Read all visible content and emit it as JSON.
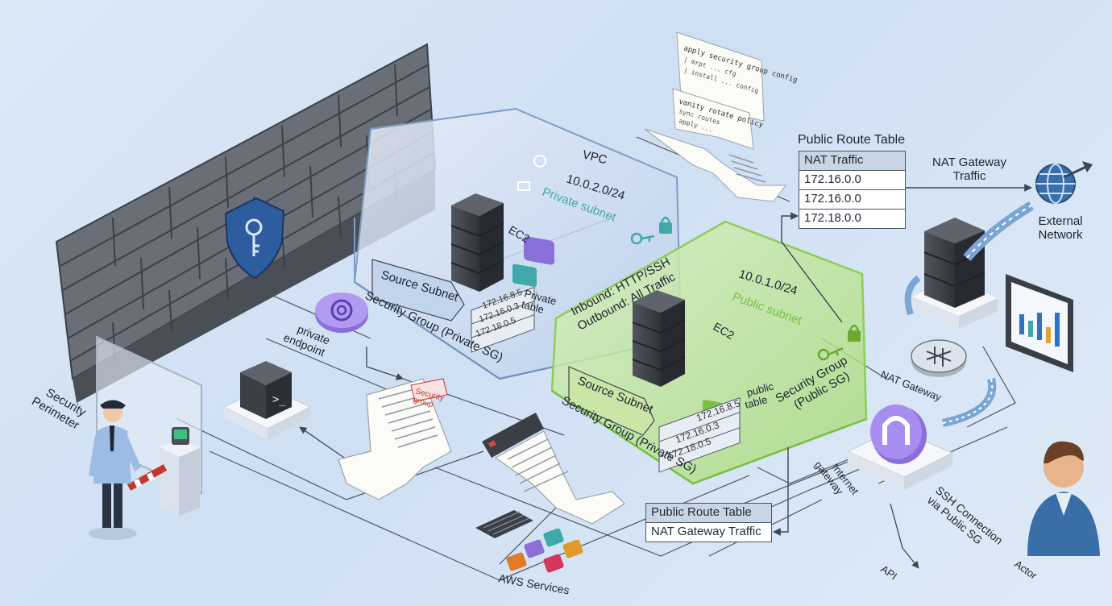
{
  "vpc": {
    "title": "VPC",
    "cidr": "10.0.2.0/24",
    "subnet_label": "Private subnet",
    "ec2_label": "EC2",
    "source_subnet": "Source Subnet",
    "security_group": "Security Group (Private SG)",
    "route_table_label": "Private\ntable",
    "table_rows": [
      "172.16.8.5",
      "172.16.0.3",
      "172.18.0.5"
    ]
  },
  "public_subnet": {
    "cidr": "10.0.1.0/24",
    "subnet_label": "Public subnet",
    "ec2_label": "EC2",
    "rules_inbound": "Inbound: HTTP/SSH",
    "rules_outbound": "Outbound: All Traffic",
    "source_subnet": "Source Subnet",
    "security_group": "Security Group (Private SG)",
    "security_group_public": "Security Group\n(Public SG)",
    "route_table_label": "public\ntable",
    "table_rows": [
      "172.16.8.5",
      "172.16.0.3",
      "172.18.0.5"
    ]
  },
  "public_route_table_top": {
    "title": "Public Route Table",
    "rows": [
      "NAT Traffic",
      "172.16.0.0",
      "172.16.0.0",
      "172.18.0.0"
    ]
  },
  "public_route_table_bottom": {
    "title": "Public Route Table",
    "row": "NAT Gateway Traffic"
  },
  "labels": {
    "nat_gateway_traffic": "NAT Gateway\nTraffic",
    "external_network": "External\nNetwork",
    "nat_gateway": "NAT Gateway",
    "internet_gateway": "Internet\ngateway",
    "ssh_connection": "SSH Connection\nvia Public SG",
    "actor": "Actor",
    "api": "API",
    "aws_services": "AWS Services",
    "security_perimeter": "Security\nPerimeter",
    "private_endpoint": "private\nendpoint"
  },
  "documents": {
    "top_paper_lines": [
      "apply security group config",
      "| mrpt ... cfg",
      "| install ... config",
      "vanity rotate policy",
      "sync routes",
      "apply ..."
    ],
    "security_group_doc_title": "Security\ngroup"
  },
  "colors": {
    "vpc_fill": "#c8d9ef",
    "public_fill": "#b6e08f",
    "public_border": "#8fcc5a",
    "purple": "#8a6fd9",
    "teal": "#3fa8a8",
    "brick": "#5c6169",
    "server": "#3b3f46"
  }
}
